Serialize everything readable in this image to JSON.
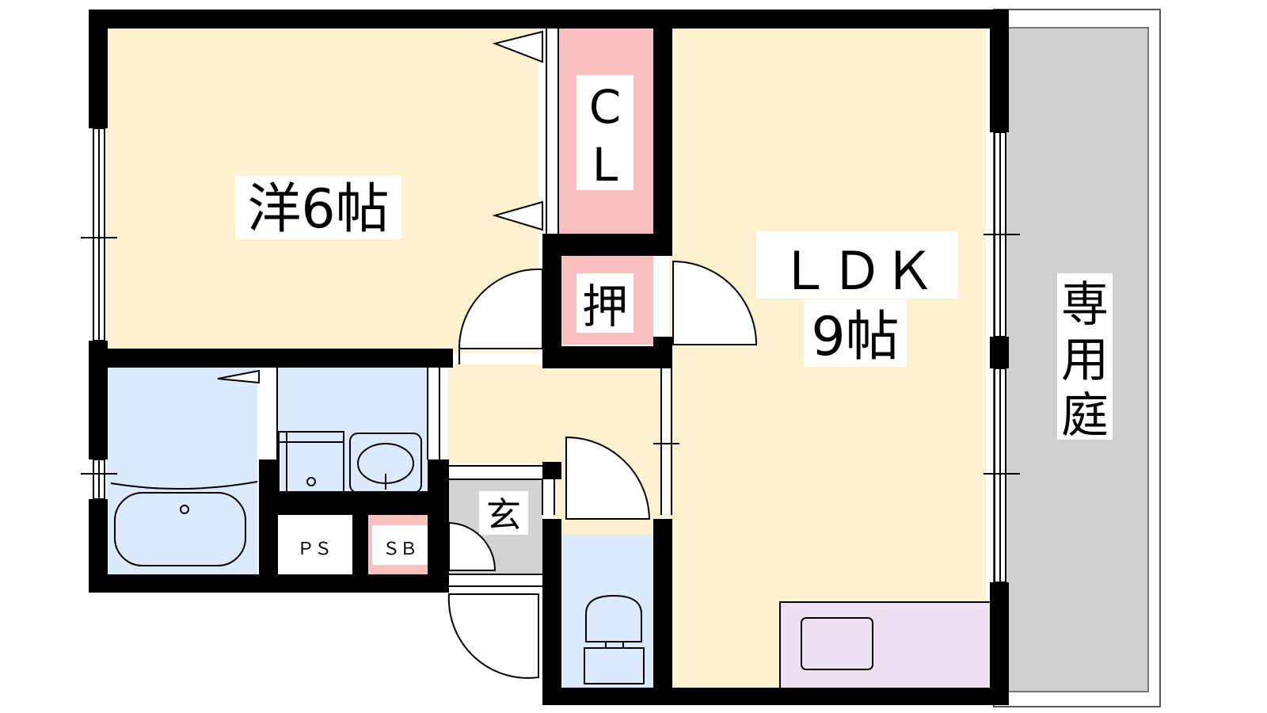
{
  "rooms": {
    "western": {
      "name": "洋6帖"
    },
    "closet": {
      "line1": "C",
      "line2": "L"
    },
    "oshiire": {
      "name": "押"
    },
    "ldk": {
      "line1": "ＬＤＫ",
      "line2": "9帖"
    },
    "garden": {
      "c1": "専",
      "c2": "用",
      "c3": "庭"
    },
    "genkan": {
      "name": "玄"
    },
    "ps": {
      "name": "ＰＳ"
    },
    "sb": {
      "name": "ＳＢ"
    }
  },
  "colors": {
    "living_floor": "#fdf1d0",
    "wet_area": "#dbeafc",
    "storage": "#f9c0c0",
    "kitchen": "#ede0f3",
    "garden": "#d0d0d0",
    "genkan": "#d3d3d3",
    "wall": "#000000"
  }
}
